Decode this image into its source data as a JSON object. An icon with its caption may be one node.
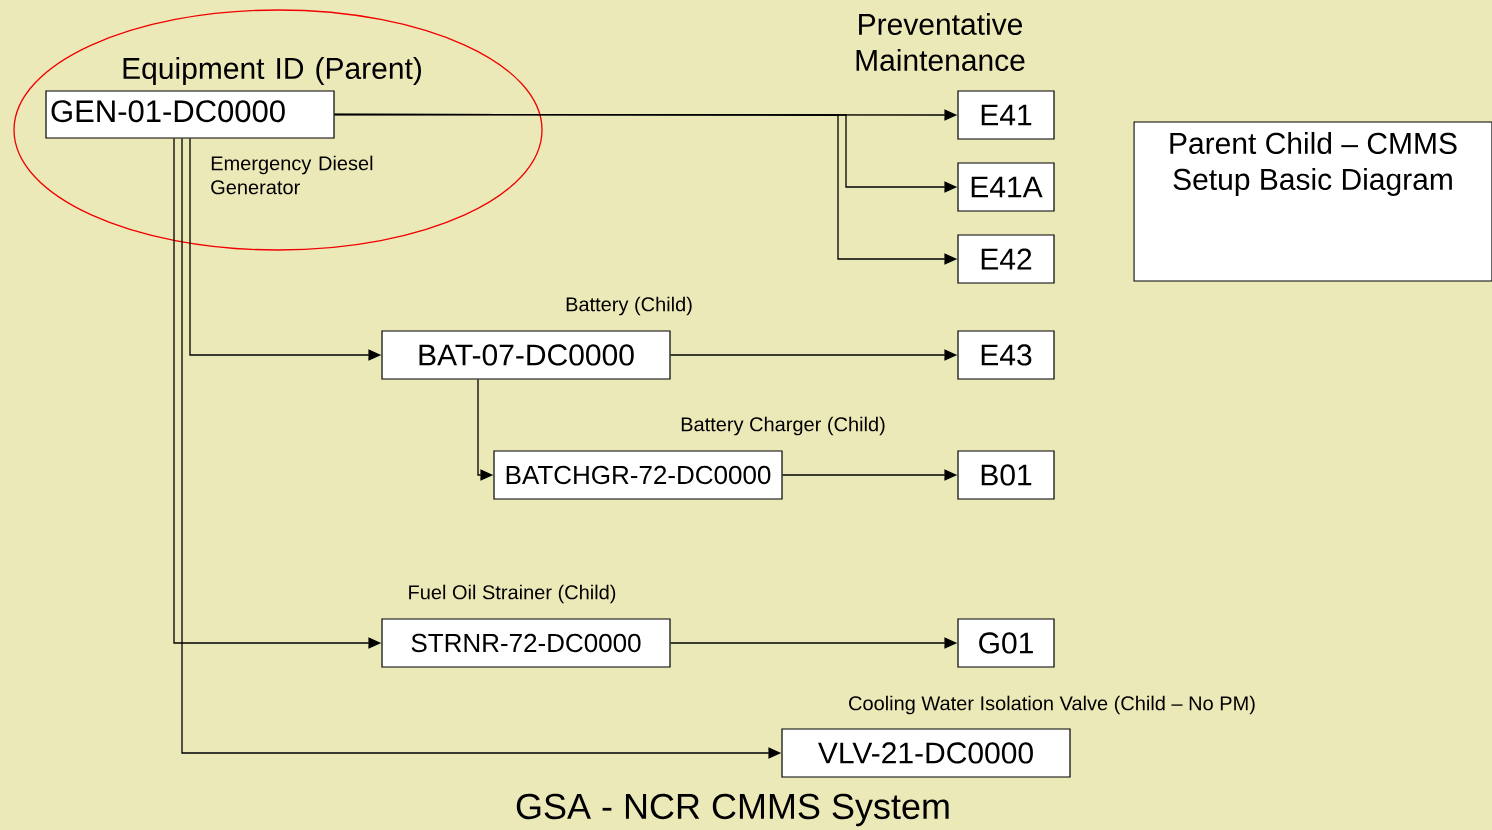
{
  "diagram": {
    "caption": "GSA - NCR CMMS System",
    "nodes": [
      {
        "text": [
          "Equipment ID (Parent)",
          "Emergency Diesel Generator"
        ]
      },
      {
        "text": [
          "GEN-01-DC0000"
        ],
        "in": 0
      },
      {
        "text": [
          "E41"
        ]
      },
      {
        "text": [
          "E41A"
        ]
      },
      {
        "text": [
          "E42"
        ]
      },
      {
        "text": [
          "BAT-07-DC0000"
        ],
        "beside": [
          "Battery (Child)"
        ]
      },
      {
        "text": [
          "E43"
        ]
      },
      {
        "text": [
          "BATCHGR-72-DC0000"
        ],
        "beside": [
          "Battery Charger (Child)"
        ]
      },
      {
        "text": [
          "B01"
        ]
      },
      {
        "text": [
          "STRNR-72-DC0000"
        ],
        "beside": [
          "Fuel Oil Strainer (Child)"
        ]
      },
      {
        "text": [
          "G01"
        ]
      },
      {
        "text": [
          "VLV-21-DC0000"
        ],
        "beside": [
          "Cooling Water Isolation Valve (Child – No PM)"
        ]
      },
      {
        "text": [
          "Parent Child – CMMS Setup Basic Diagram"
        ]
      }
    ],
    "edges": [
      {
        "from": 1,
        "to": 2,
        "arrow": "to"
      },
      {
        "from": 1,
        "to": 3,
        "arrow": "to"
      },
      {
        "from": 1,
        "to": 4,
        "arrow": "to"
      },
      {
        "from": 1,
        "to": 5,
        "arrow": "to"
      },
      {
        "from": 5,
        "to": 6,
        "arrow": "to"
      },
      {
        "from": 5,
        "to": 7,
        "arrow": "to"
      },
      {
        "from": 7,
        "to": 8,
        "arrow": "to"
      },
      {
        "from": 1,
        "to": 9,
        "arrow": "to"
      },
      {
        "from": 9,
        "to": 10,
        "arrow": "to"
      },
      {
        "from": 1,
        "to": 11,
        "arrow": "to"
      }
    ],
    "labels": [
      "Preventative Maintenance"
    ]
  }
}
